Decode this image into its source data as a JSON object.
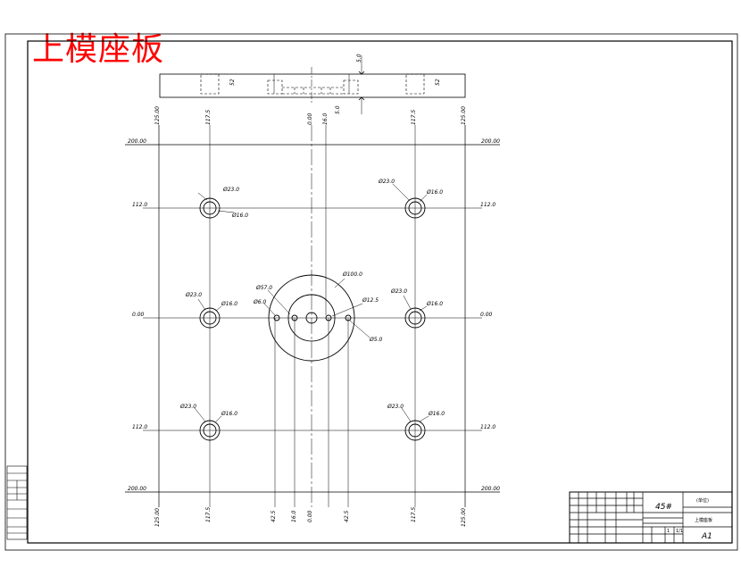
{
  "title": "上模座板",
  "colors": {
    "line": "#000000",
    "title": "#ff0000"
  },
  "dimensions": {
    "coord_top_left": "125.00",
    "coord_top_right": "125.00",
    "coord_bottom_left": "125.00",
    "coord_bottom_right": "125.00",
    "col_117_tl": "117.5",
    "col_117_tr": "117.5",
    "col_117_bl": "117.5",
    "col_117_br": "117.5",
    "center_top": "0.00",
    "center_top_r": "16.0",
    "center_bottom": "0.00",
    "bottom_42_l": "42.5",
    "bottom_42_r": "42.5",
    "bottom_16": "16.0",
    "row_200_tl": "200.00",
    "row_200_tr": "200.00",
    "row_200_bl": "200.00",
    "row_200_br": "200.00",
    "row_112_tl": "112.0",
    "row_112_tr": "112.0",
    "row_112_bl": "112.0",
    "row_112_br": "112.0",
    "row_0_l": "0.00",
    "row_0_r": "0.00",
    "side_5_top": "5.0",
    "side_5_bottom": "5.0",
    "side_52_l": "52",
    "side_52_r": "52",
    "d23_tl": "Ø23.0",
    "d16_tl": "Ø16.0",
    "d23_tr": "Ø23.0",
    "d16_tr": "Ø16.0",
    "d23_ml": "Ø23.0",
    "d16_ml": "Ø16.0",
    "d23_mr": "Ø23.0",
    "d16_mr": "Ø16.0",
    "d23_bl": "Ø23.0",
    "d16_bl": "Ø16.0",
    "d23_br": "Ø23.0",
    "d16_br": "Ø16.0",
    "d100": "Ø100.0",
    "d57": "Ø57.0",
    "d6": "Ø6.0",
    "d12": "Ø12.5",
    "d5": "Ø5.0"
  },
  "title_block": {
    "material": "45#",
    "company": "(单位)",
    "part_name": "上模座板",
    "drawing_no": "A1",
    "scale_label": "1",
    "sheet": "1/1"
  }
}
